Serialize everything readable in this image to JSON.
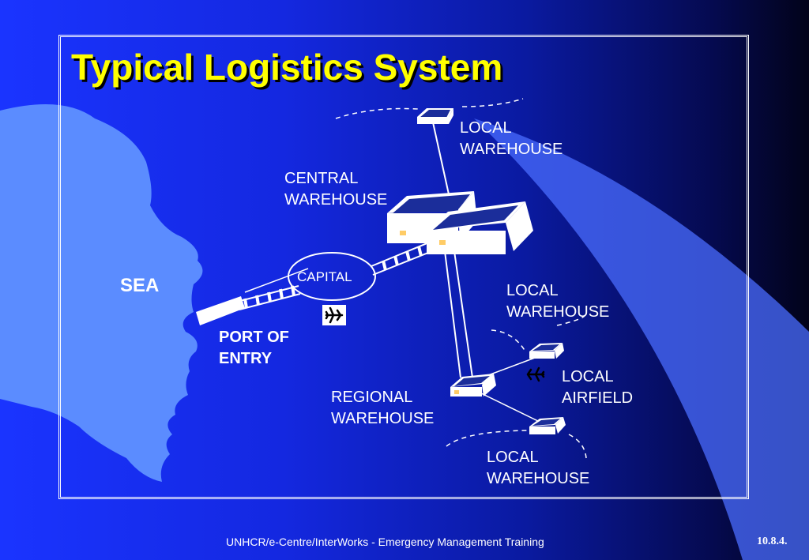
{
  "slide": {
    "title": "Typical Logistics System"
  },
  "labels": {
    "local_warehouse_top": [
      "LOCAL",
      "WAREHOUSE"
    ],
    "central_warehouse": [
      "CENTRAL",
      "WAREHOUSE"
    ],
    "sea": "SEA",
    "capital": "CAPITAL",
    "local_warehouse_mid": [
      "LOCAL",
      "WAREHOUSE"
    ],
    "port_of_entry": [
      "PORT OF",
      "ENTRY"
    ],
    "local_airfield": [
      "LOCAL",
      "AIRFIELD"
    ],
    "regional_warehouse": [
      "REGIONAL",
      "WAREHOUSE"
    ],
    "local_warehouse_bottom": [
      "LOCAL",
      "WAREHOUSE"
    ]
  },
  "icons": {
    "capital_airport": "airplane-icon",
    "local_airfield": "airplane-icon"
  },
  "footer": {
    "credit": "UNHCR/e-Centre/InterWorks - Emergency Management Training",
    "page_number": "10.8.4."
  },
  "colors": {
    "title": "#ffff00",
    "land": "#5b8cff",
    "background_light": "#1a34ff",
    "background_dark": "#02031a"
  }
}
